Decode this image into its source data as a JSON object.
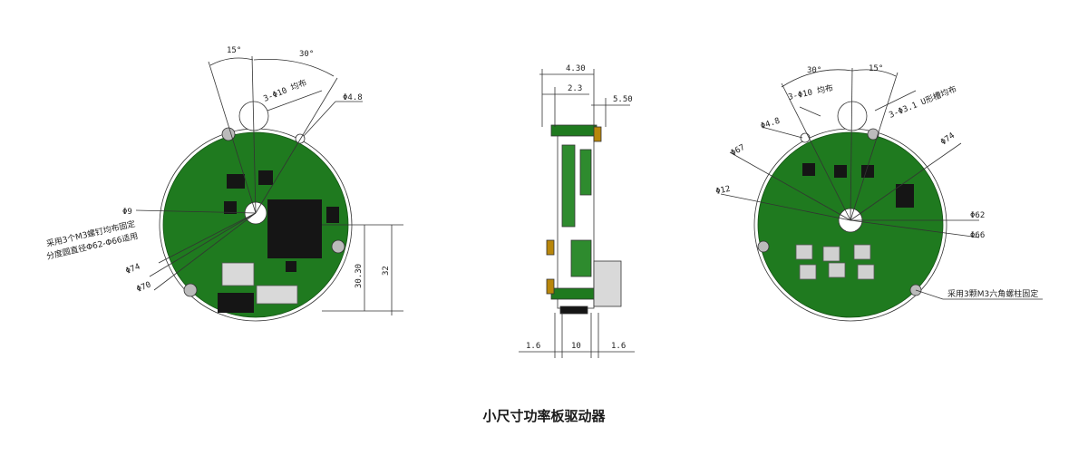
{
  "caption": "小尺寸功率板驱动器",
  "colors": {
    "pcb": "#1f7a1f",
    "pcb_dark": "#145214",
    "line": "#333333"
  },
  "views": {
    "front": {
      "angle_a": "15°",
      "angle_b": "30°",
      "hole_note": "3-Φ10 均布",
      "d_small": "Φ4.8",
      "d_center": "Φ9",
      "note_line1": "采用3个M3螺钉均布固定",
      "note_line2": "分度圆直径Φ62-Φ66适用",
      "d_74": "Φ74",
      "d_70": "Φ70",
      "h_30": "30.30",
      "h_32": "32"
    },
    "side": {
      "w_top": "4.30",
      "w_mid": "2.3",
      "w_right": "5.50",
      "b_left": "1.6",
      "b_mid": "10",
      "b_right": "1.6"
    },
    "back": {
      "angle_a": "30°",
      "angle_b": "15°",
      "hole_note": "3-Φ10 均布",
      "slot_note": "3-Φ3.1 U形槽均布",
      "d_small": "Φ4.8",
      "d_67": "Φ67",
      "d_74": "Φ74",
      "d_12": "Φ12",
      "d_62": "Φ62",
      "d_66": "Φ66",
      "note": "采用3颗M3六角螺柱固定"
    }
  }
}
